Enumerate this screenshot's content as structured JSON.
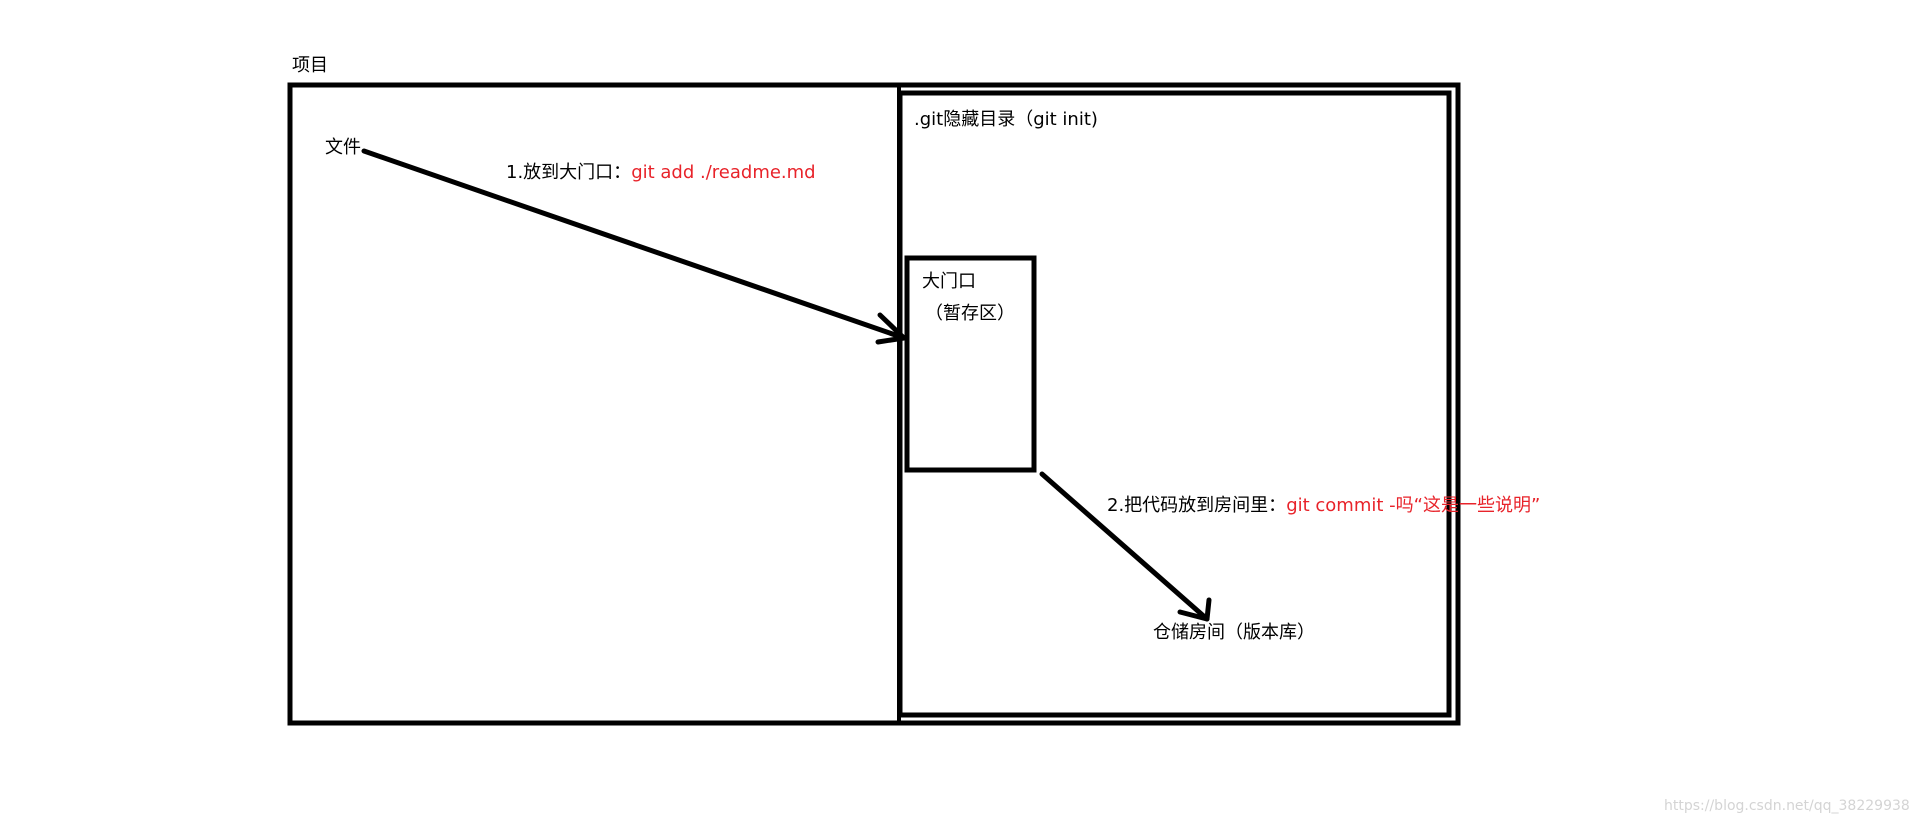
{
  "colors": {
    "stroke": "#000000",
    "command": "#e8232a",
    "watermark": "#d4d4d4"
  },
  "labels": {
    "project": "项目",
    "file": "文件",
    "git_dir": ".git隐藏目录（git init)",
    "staging_title": "大门口",
    "staging_sub": "（暂存区）",
    "repository": "仓储房间（版本库）"
  },
  "steps": [
    {
      "prefix": "1.放到大门口：",
      "command": "git add ./readme.md"
    },
    {
      "prefix": "2.把代码放到房间里：",
      "command": "git commit -吗“这是一些说明”"
    }
  ],
  "watermark": "https://blog.csdn.net/qq_38229938"
}
